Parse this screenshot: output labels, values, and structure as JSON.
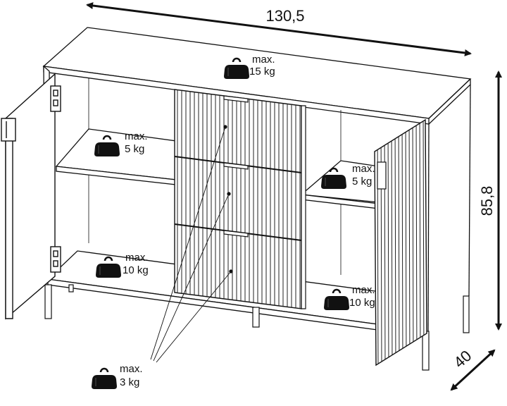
{
  "dimensions": {
    "width": "130,5",
    "height": "85,8",
    "depth": "40"
  },
  "load_labels": [
    {
      "max": "max.",
      "weight": "15 kg"
    },
    {
      "max": "max.",
      "weight": "5 kg"
    },
    {
      "max": "max.",
      "weight": "5 kg"
    },
    {
      "max": "max.",
      "weight": "10 kg"
    },
    {
      "max": "max.",
      "weight": "10 kg"
    },
    {
      "max": "max.",
      "weight": "3 kg"
    }
  ],
  "icons": [
    "weight-icon"
  ]
}
